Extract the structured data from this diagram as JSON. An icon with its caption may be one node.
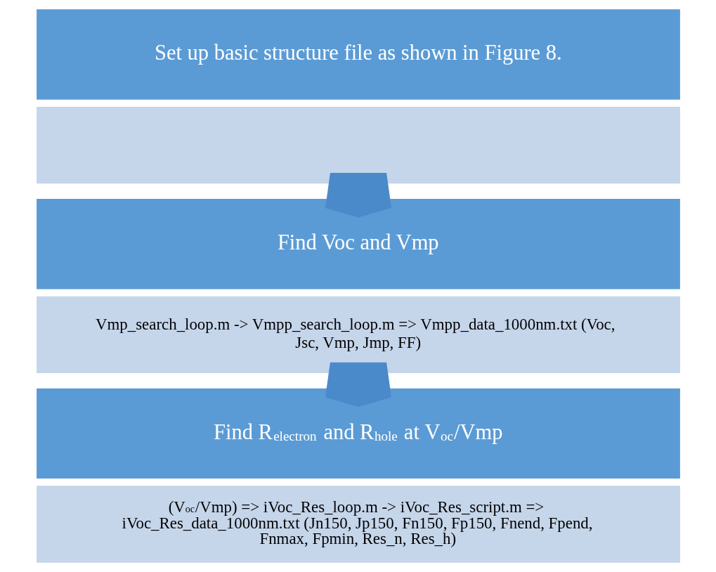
{
  "diagram": {
    "nodes": [
      {
        "text": [
          "Set up basic structure file as shown in Figure 8."
        ]
      },
      {
        "text": [],
        "shape": "box"
      },
      {
        "text": [
          "Find Voc and Vmp"
        ]
      },
      {
        "text": [
          "Vmp_search_loop.m -> Vmpp_search_loop.m => Vmpp_data_1000nm.txt (Voc, Jsc, Vmp, Jmp, FF)"
        ]
      },
      {
        "text": [
          "Find R$_{electron}$ and R$_{hole}$ at V$_{oc}$/Vmp"
        ]
      },
      {
        "text": [
          "(V$_{oc}$/Vmp) => iVoc_Res_loop.m -> iVoc_Res_script.m => iVoc_Res_data_1000nm.txt (Jn150, Jp150, Fn150, Fp150, Fnend, Fpend, Fnmax, Fpmin, Res_n, Res_h)"
        ]
      }
    ],
    "edges": [
      {
        "from": 1,
        "to": 2,
        "arrow": "to",
        "style": "thick"
      },
      {
        "from": 3,
        "to": 4,
        "arrow": "to",
        "style": "thick"
      }
    ]
  }
}
